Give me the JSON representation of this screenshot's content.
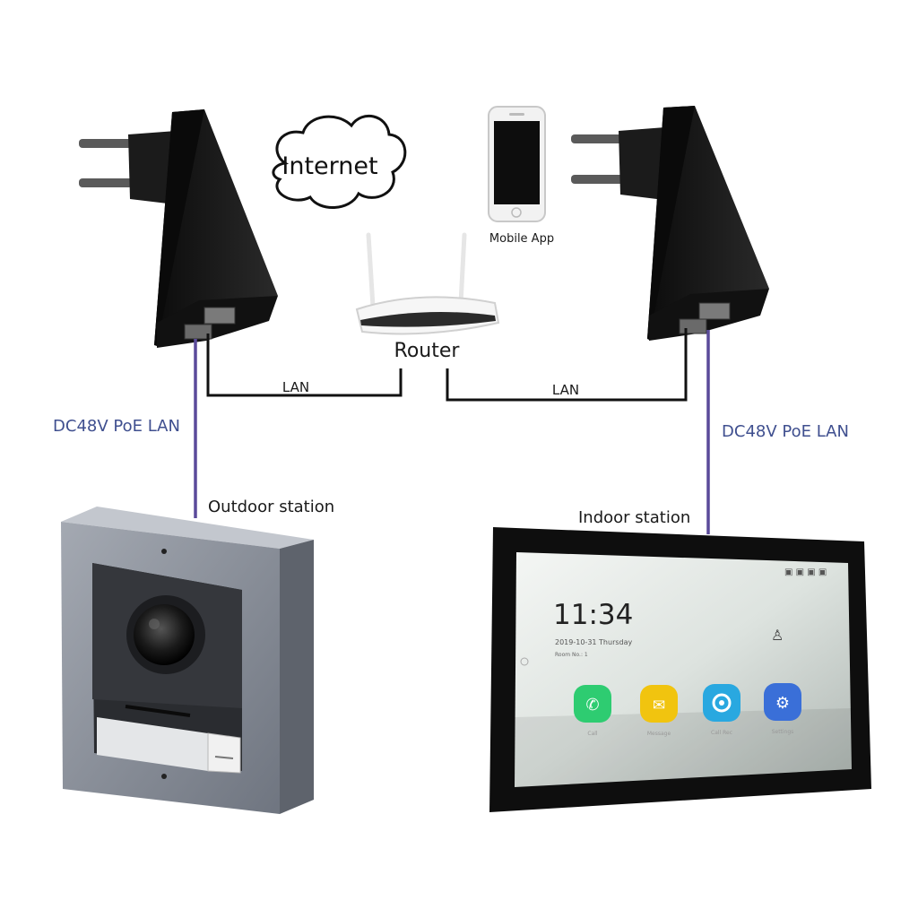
{
  "labels": {
    "internet": "Internet",
    "mobile_app": "Mobile App",
    "router": "Router",
    "lan_left": "LAN",
    "lan_right": "LAN",
    "poe_left": "DC48V PoE LAN",
    "poe_right": "DC48V PoE LAN",
    "outdoor_station": "Outdoor station",
    "indoor_station": "Indoor station"
  },
  "indoor_screen": {
    "time": "11:34",
    "date": "2019-10-31 Thursday",
    "room": "Room No.: 1",
    "apps": [
      "Call",
      "Message",
      "Call Rec",
      "Settings"
    ]
  },
  "colors": {
    "poe_cable": "#5a4a9a",
    "lan_cable": "#111111",
    "adapter": "#151515",
    "station_frame": "#8a8f99",
    "call_app": "#2ecc71",
    "message_app": "#f1c40f",
    "record_app": "#29a8e0",
    "settings_app": "#3a6fd8"
  }
}
